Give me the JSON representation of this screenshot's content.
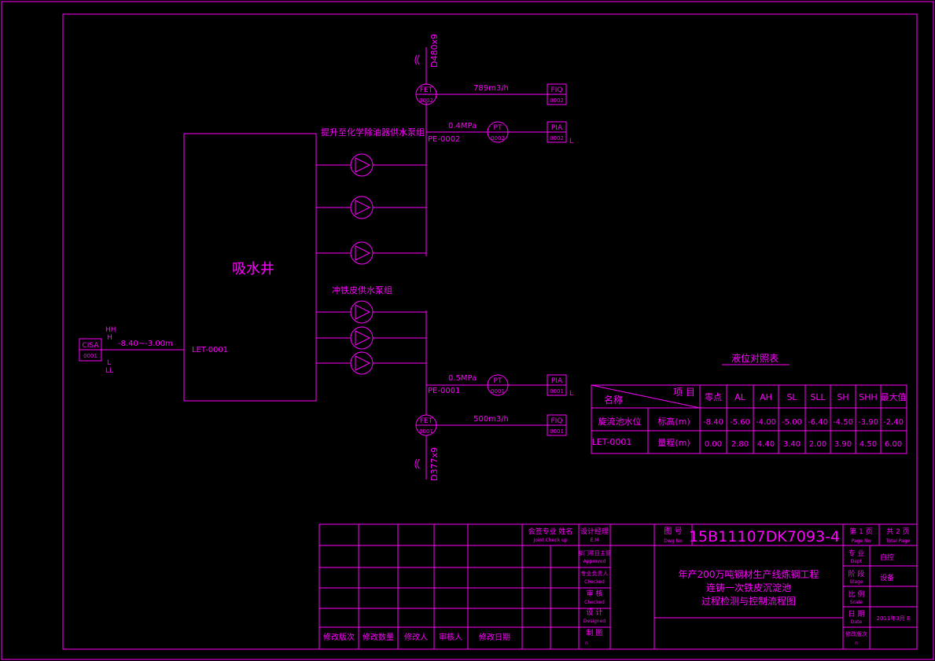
{
  "colors": {
    "background": "#000000",
    "line": "#ff00ff"
  },
  "tank": {
    "label": "吸水井"
  },
  "groups": {
    "upper": "提升至化学除油器供水泵组",
    "lower": "冲铁皮供水泵组"
  },
  "instruments": {
    "fet_upper": {
      "tag": "FET",
      "num": "0002"
    },
    "fet_lower": {
      "tag": "FET",
      "num": "0001"
    },
    "fi_upper": {
      "tag": "FIQ",
      "num": "0002"
    },
    "fi_lower": {
      "tag": "FIQ",
      "num": "0001"
    },
    "pt_upper": {
      "tag": "PT",
      "num": "0002"
    },
    "pt_lower": {
      "tag": "PT",
      "num": "0001"
    },
    "pia_upper": {
      "tag": "PIA",
      "num": "0002",
      "suffix": "L"
    },
    "pia_lower": {
      "tag": "PIA",
      "num": "0001",
      "suffix": "L"
    },
    "cisa": {
      "tag": "CISA",
      "num": "0001"
    }
  },
  "labels": {
    "flow_upper": "789m3/h",
    "flow_lower": "500m3/h",
    "pressure_upper": "0.4MPa",
    "pressure_lower": "0.5MPa",
    "pe_upper": "PE-0002",
    "pe_lower": "PE-0001",
    "pipe_upper": "D480x9",
    "pipe_lower": "D377x9",
    "let": "LET-0001",
    "level_range": "-8.40~-3.00m",
    "hh": "HH",
    "h": "H",
    "l": "L",
    "ll": "LL"
  },
  "level_table": {
    "title": "液位对照表",
    "header_item": "项 目",
    "header_name": "名称",
    "columns": [
      "零点",
      "AL",
      "AH",
      "SL",
      "SLL",
      "SH",
      "SHH",
      "最大值"
    ],
    "row_group": "旋流池水位",
    "row_tag": "LET-0001",
    "row1_label": "标高(m)",
    "row1_values": [
      "-8.40",
      "-5.60",
      "-4.00",
      "-5.00",
      "-6.40",
      "-4.50",
      "-3.90",
      "-2.40"
    ],
    "row2_label": "量程(m)",
    "row2_values": [
      "0.00",
      "2.80",
      "4.40",
      "3.40",
      "2.00",
      "3.90",
      "4.50",
      "6.00"
    ]
  },
  "title_block": {
    "rev_headers": [
      "修改版次",
      "修改数量",
      "修改人",
      "审核人",
      "修改日期"
    ],
    "joint_check": "会签专业   姓名",
    "joint_check_en": "Joint Check up",
    "design_chief": "设计经理",
    "design_chief_en": "E.M",
    "approved": "部门项目主管",
    "approved_en": "Approved",
    "checked": "专业负责人",
    "checked_en": "Checked",
    "review": "审 核",
    "review_en": "Checked",
    "designed": "设 计",
    "designed_en": "Designed",
    "drawn": "制 图",
    "drawn_en": "n",
    "dwg_no_label": "图 号",
    "dwg_no_label_en": "Dwg No",
    "dwg_no": "15B11107DK7093-4",
    "page": "第 1 页",
    "page_en": "Page No",
    "total": "共 2 页",
    "total_en": "Total Page",
    "project_lines": [
      "年产200万吨钢材生产线炼钢工程",
      "连铸一次铁皮沉淀池",
      "过程检测与控制流程图"
    ],
    "dept_label": "专 业",
    "dept_label_en": "Dept",
    "dept": "自控",
    "stage_label": "阶 段",
    "stage_label_en": "Stage",
    "stage": "设备",
    "scale_label": "比 例",
    "scale_label_en": "Scale",
    "date_label": "日 期",
    "date_label_en": "Date",
    "date": "2011年3月 E",
    "rev_label": "修改版次",
    "rev_label_en": "n"
  }
}
